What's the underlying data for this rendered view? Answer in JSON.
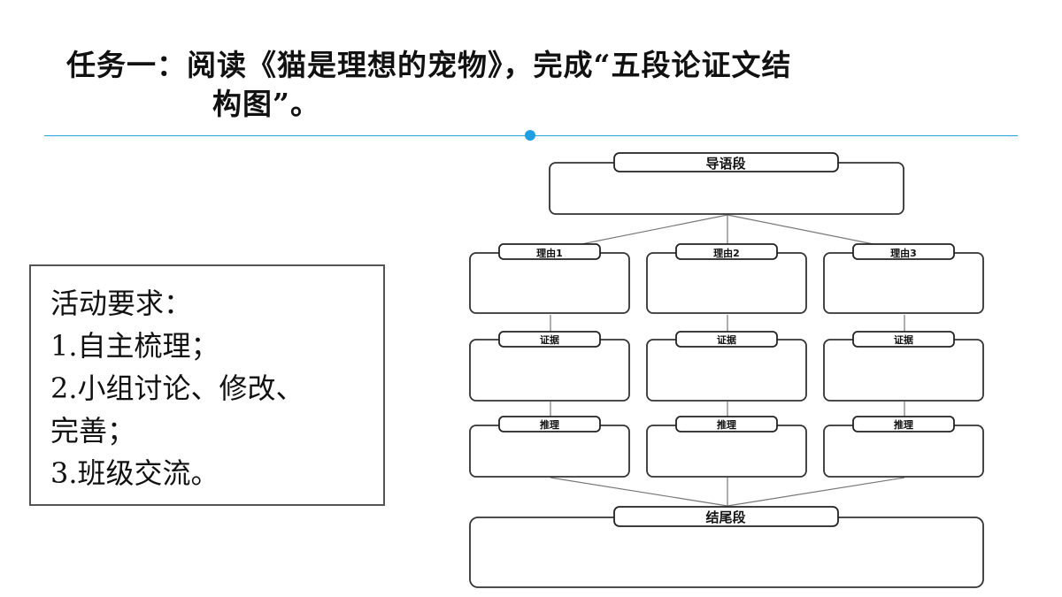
{
  "title": {
    "line1": "任务一：阅读《猫是理想的宠物》，完成“五段论证文结",
    "line2": "构图”。"
  },
  "requirements": {
    "heading": "活动要求：",
    "items": [
      "1.自主梳理；",
      "2.小组讨论、修改、",
      "完善；",
      "3.班级交流。"
    ]
  },
  "diagram": {
    "intro_label": "导语段",
    "reason_labels": [
      "理由1",
      "理由2",
      "理由3"
    ],
    "evidence_label": "证据",
    "reasoning_label": "推理",
    "conclusion_label": "结尾段"
  },
  "colors": {
    "accent": "#27a6e0",
    "box_border": "#333333"
  }
}
